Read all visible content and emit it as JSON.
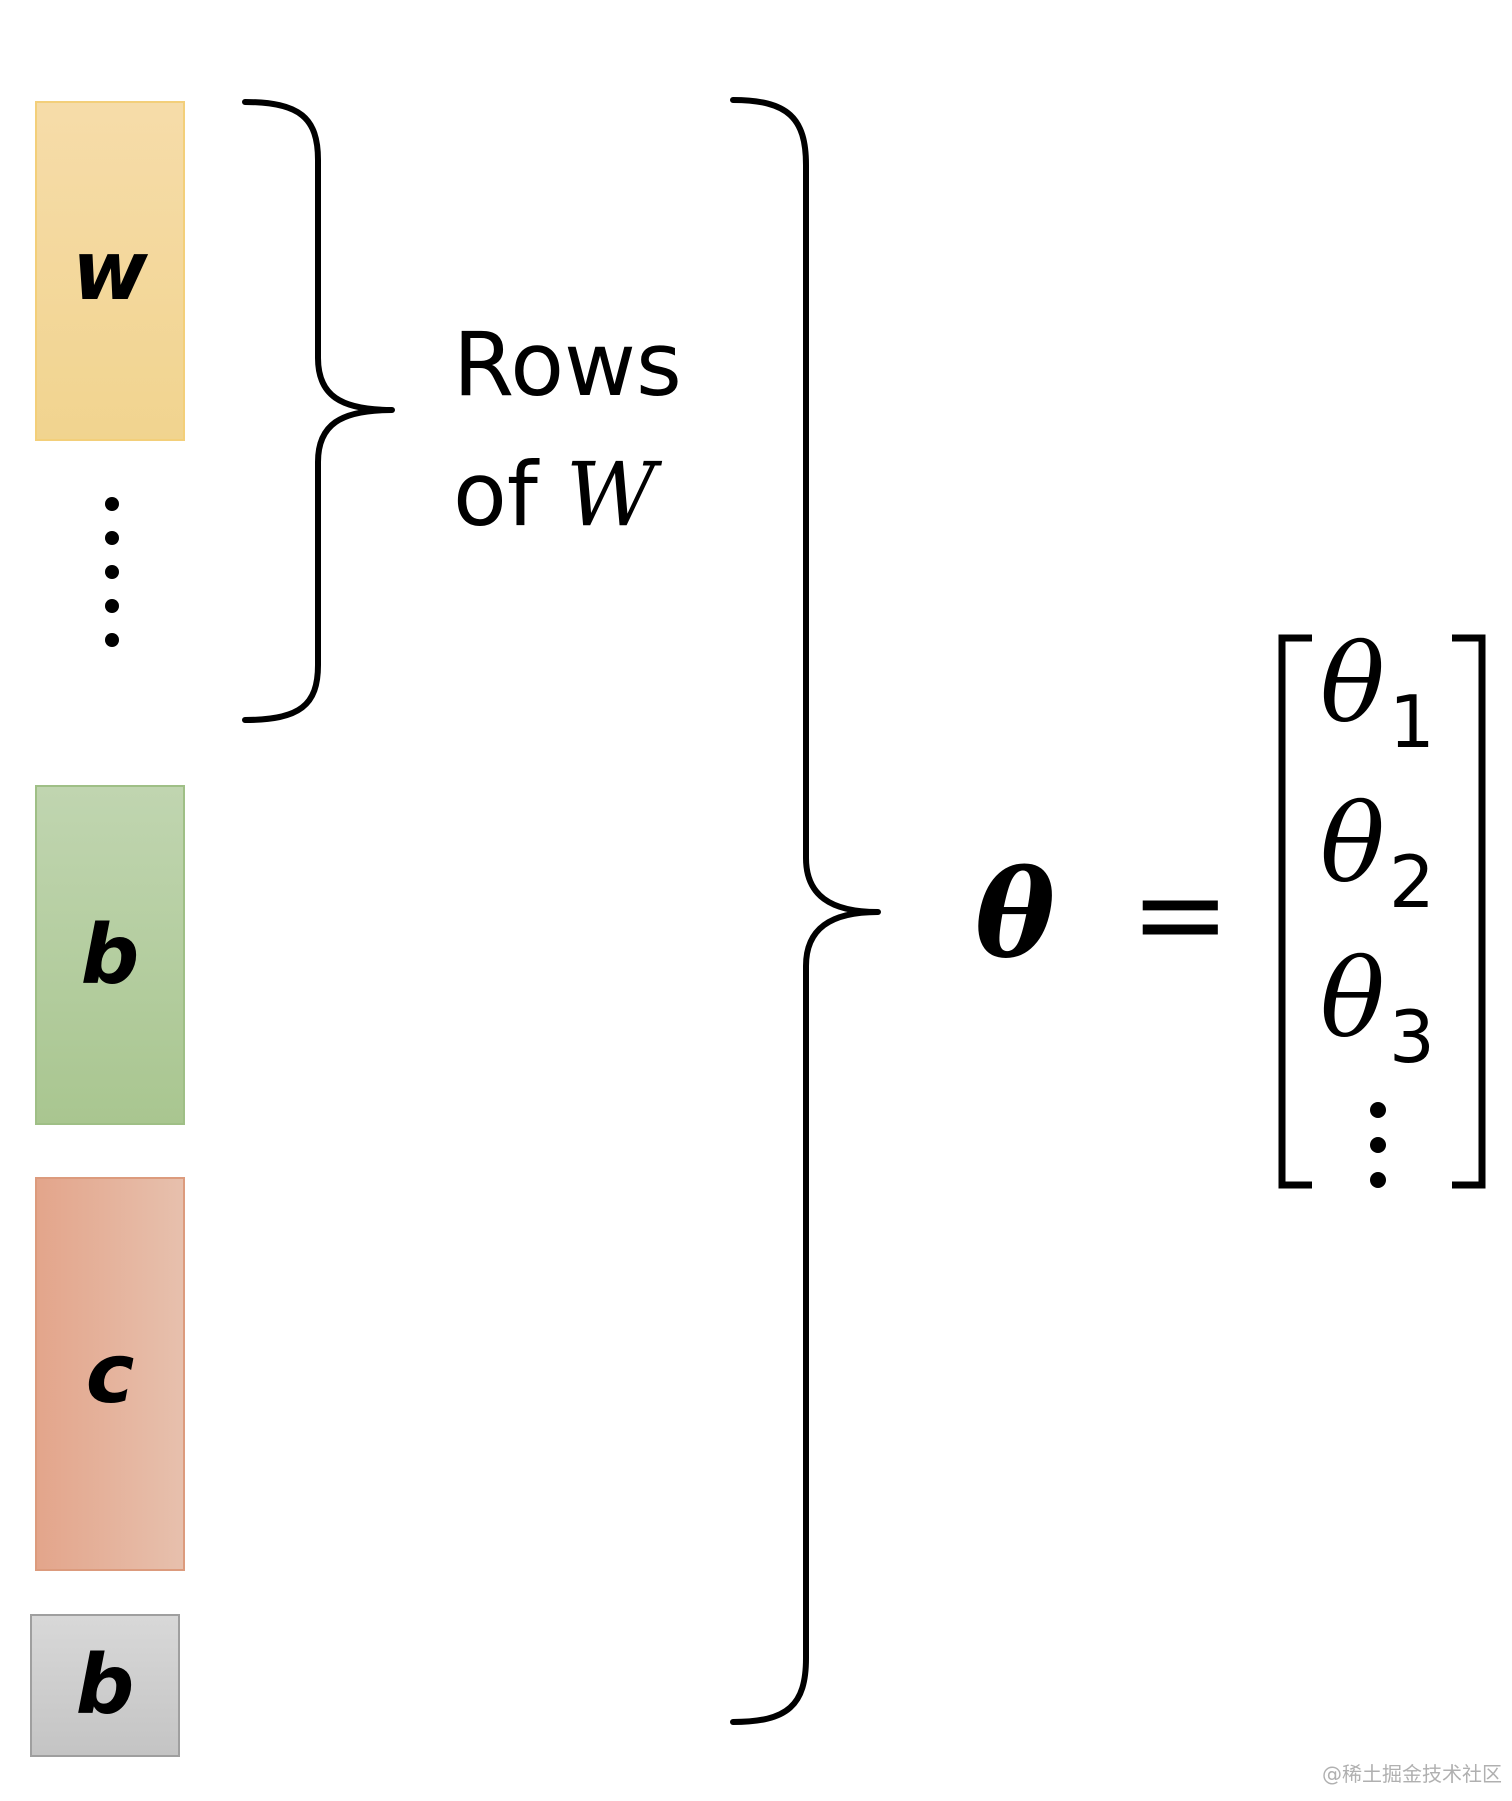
{
  "blocks": {
    "w": "w",
    "b1": "b",
    "c": "c",
    "b2": "b"
  },
  "rows_label": {
    "line1": "Rows",
    "line2_prefix": "of ",
    "line2_var": "W"
  },
  "equation": {
    "lhs": "θ",
    "equals": "=",
    "rows": [
      {
        "symbol": "θ",
        "sub": "1"
      },
      {
        "symbol": "θ",
        "sub": "2"
      },
      {
        "symbol": "θ",
        "sub": "3"
      }
    ]
  },
  "watermark": "@稀土掘金技术社区"
}
